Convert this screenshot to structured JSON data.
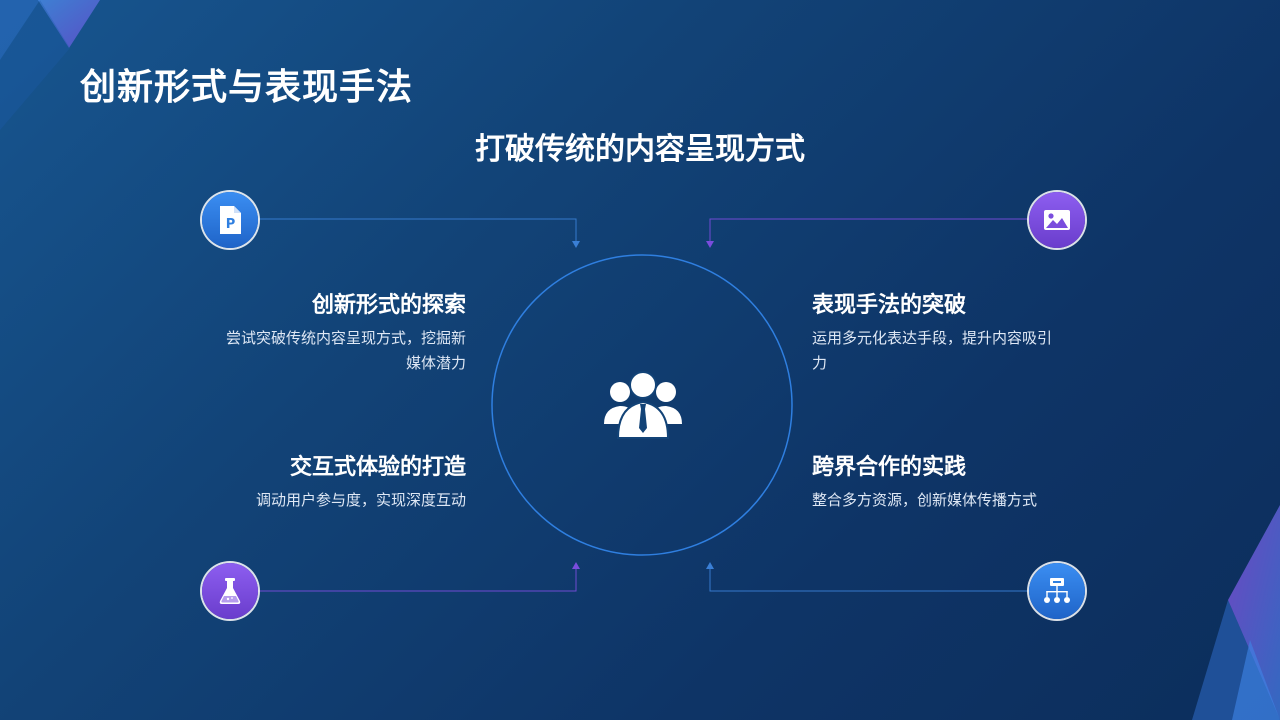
{
  "title": "创新形式与表现手法",
  "subtitle": "打破传统的内容呈现方式",
  "items": [
    {
      "heading": "创新形式的探索",
      "description_line1": "尝试突破传统内容呈现方式，挖掘新",
      "description_line2": "媒体潜力",
      "icon": "document-p-icon",
      "color": "#2f7fe0"
    },
    {
      "heading": "表现手法的突破",
      "description_line1": "运用多元化表达手段，提升内容吸引",
      "description_line2": "力",
      "icon": "image-icon",
      "color": "#7a4ddd"
    },
    {
      "heading": "交互式体验的打造",
      "description_line1": "调动用户参与度，实现深度互动",
      "icon": "flask-icon",
      "color": "#7a4ddd"
    },
    {
      "heading": "跨界合作的实践",
      "description_line1": "整合多方资源，创新媒体传播方式",
      "icon": "hierarchy-icon",
      "color": "#2f7fe0"
    }
  ],
  "center_icon": "team-icon",
  "colors": {
    "background": "#124377",
    "accent_blue": "#2f7fe0",
    "accent_purple": "#7a4ddd"
  }
}
